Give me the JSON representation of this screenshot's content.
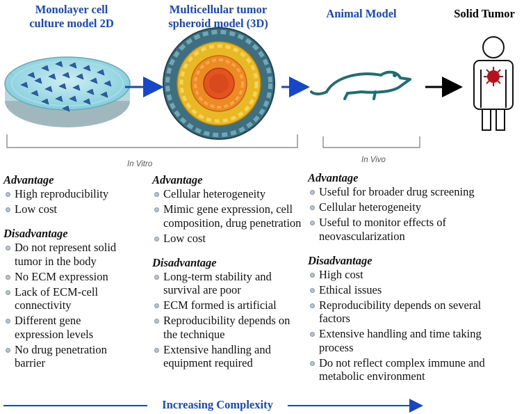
{
  "stages": [
    {
      "title_lines": [
        "Monolayer cell",
        "culture model 2D"
      ],
      "icon": "petri-dish-icon",
      "color": "#1747c8"
    },
    {
      "title_lines": [
        "Multicellular tumor",
        "spheroid model (3D)"
      ],
      "icon": "spheroid-icon",
      "color": "#1747c8"
    },
    {
      "title_lines": [
        "Animal Model"
      ],
      "icon": "mouse-icon",
      "color": "#1747c8"
    },
    {
      "title_lines": [
        "Solid Tumor"
      ],
      "icon": "human-tumor-icon",
      "color": "#000000"
    }
  ],
  "brackets": {
    "in_vitro": "In Vitro",
    "in_vivo": "In Vivo"
  },
  "columns": [
    {
      "advantage_heading": "Advantage",
      "advantages": [
        "High reproducibility",
        "Low cost"
      ],
      "disadvantage_heading": "Disadvantage",
      "disadvantages": [
        "Do not represent solid tumor in the body",
        "No ECM expression",
        "Lack of ECM-cell connectivity",
        "Different gene expression levels",
        "No drug penetration barrier"
      ]
    },
    {
      "advantage_heading": "Advantage",
      "advantages": [
        "Cellular heterogeneity",
        "Mimic gene expression, cell composition, drug penetration",
        "Low cost"
      ],
      "disadvantage_heading": "Disadvantage",
      "disadvantages": [
        "Long-term stability and survival are poor",
        "ECM formed is artificial",
        "Reproducibility depends on the technique",
        "Extensive handling and equipment required"
      ]
    },
    {
      "advantage_heading": "Advantage",
      "advantages": [
        "Useful for broader drug screening",
        "Cellular heterogeneity",
        "Useful to monitor effects of neovascularization"
      ],
      "disadvantage_heading": "Disadvantage",
      "disadvantages": [
        "High cost",
        "Ethical issues",
        "Reproducibility depends on several factors",
        "Extensive handling and time taking process",
        "Do not reflect complex immune and metabolic environment"
      ]
    }
  ],
  "footer": {
    "label": "Increasing Complexity",
    "arrow_color": "#1747c8"
  },
  "colors": {
    "flow_arrow": "#1747c8",
    "final_arrow": "#000000",
    "tumor": "#b5121b",
    "mouse": "#1f6e73",
    "dish": "#8fd3e0"
  }
}
